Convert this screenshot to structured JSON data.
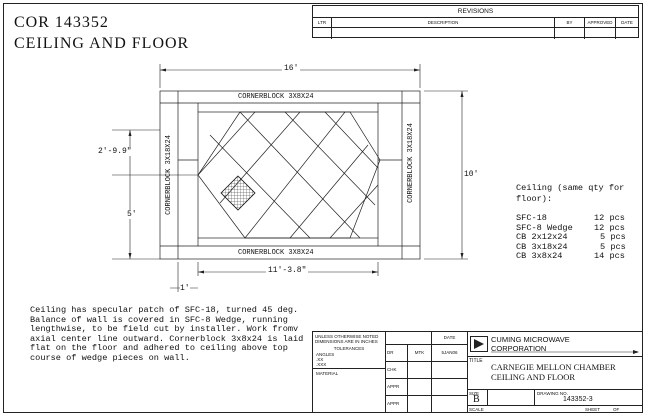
{
  "header": {
    "code": "COR 143352",
    "subtitle": "CEILING AND FLOOR"
  },
  "revisions": {
    "title": "REVISIONS",
    "columns": [
      "LTR",
      "DESCRIPTION",
      "BY",
      "APPROVED",
      "DATE"
    ]
  },
  "drawing": {
    "dim_overall_width": "16'",
    "dim_overall_height": "10'",
    "dim_left_upper": "2'-9.9\"",
    "dim_left_lower": "5'",
    "dim_bottom_inner": "11'-3.8\"",
    "dim_bottom_left": "1'",
    "corner_top": "CORNERBLOCK 3X8X24",
    "corner_bottom": "CORNERBLOCK 3X8X24",
    "corner_left": "CORNERBLOCK 3X18X24",
    "corner_right": "CORNERBLOCK 3X18X24"
  },
  "parts": {
    "heading_line1": "Ceiling (same qty for",
    "heading_line2": "floor):",
    "items": [
      {
        "name": "SFC-18",
        "qty": "12 pcs"
      },
      {
        "name": "SFC-8 Wedge",
        "qty": "12 pcs"
      },
      {
        "name": "CB 2x12x24",
        "qty": "5 pcs"
      },
      {
        "name": "CB 3x18x24",
        "qty": "5 pcs"
      },
      {
        "name": "CB 3x8x24",
        "qty": "14 pcs"
      }
    ]
  },
  "notes": {
    "lines": [
      "Ceiling has specular patch of SFC-18, turned 45 deg.",
      "Balance of wall is covered in SFC-8 Wedge, running",
      "lengthwise, to be field cut by installer. Work fromv",
      "axial center line outward. Cornerblock 3x8x24 is laid",
      "flat on the floor and adhered to ceiling above top",
      "course of wedge pieces on wall."
    ]
  },
  "titleblock": {
    "tolerance_note": "UNLESS OTHERWISE NOTED DIMENSIONS ARE IN INCHES",
    "tolerances": "TOLERANCES",
    "angles": "ANGLES",
    "tol_x": ".XX",
    "tol_xx": ".XXX",
    "material": "MATERIAL",
    "date_hdr": "DATE",
    "dr": "DR",
    "dr_by": "MTK",
    "dr_date": "5JAN06",
    "chk": "CHK",
    "appr1": "APPR",
    "appr2": "APPR",
    "company_line1": "CUMING MICROWAVE",
    "company_line2": "CORPORATION",
    "title_label": "TITLE",
    "title_line1": "CARNEGIE MELLON CHAMBER",
    "title_line2": "CEILING AND FLOOR",
    "size_label": "SIZE",
    "size": "B",
    "drawing_no_label": "DRAWING NO.",
    "drawing_no": "143352-3",
    "scale_label": "SCALE",
    "sheet_label": "SHEET",
    "of_label": "OF"
  }
}
